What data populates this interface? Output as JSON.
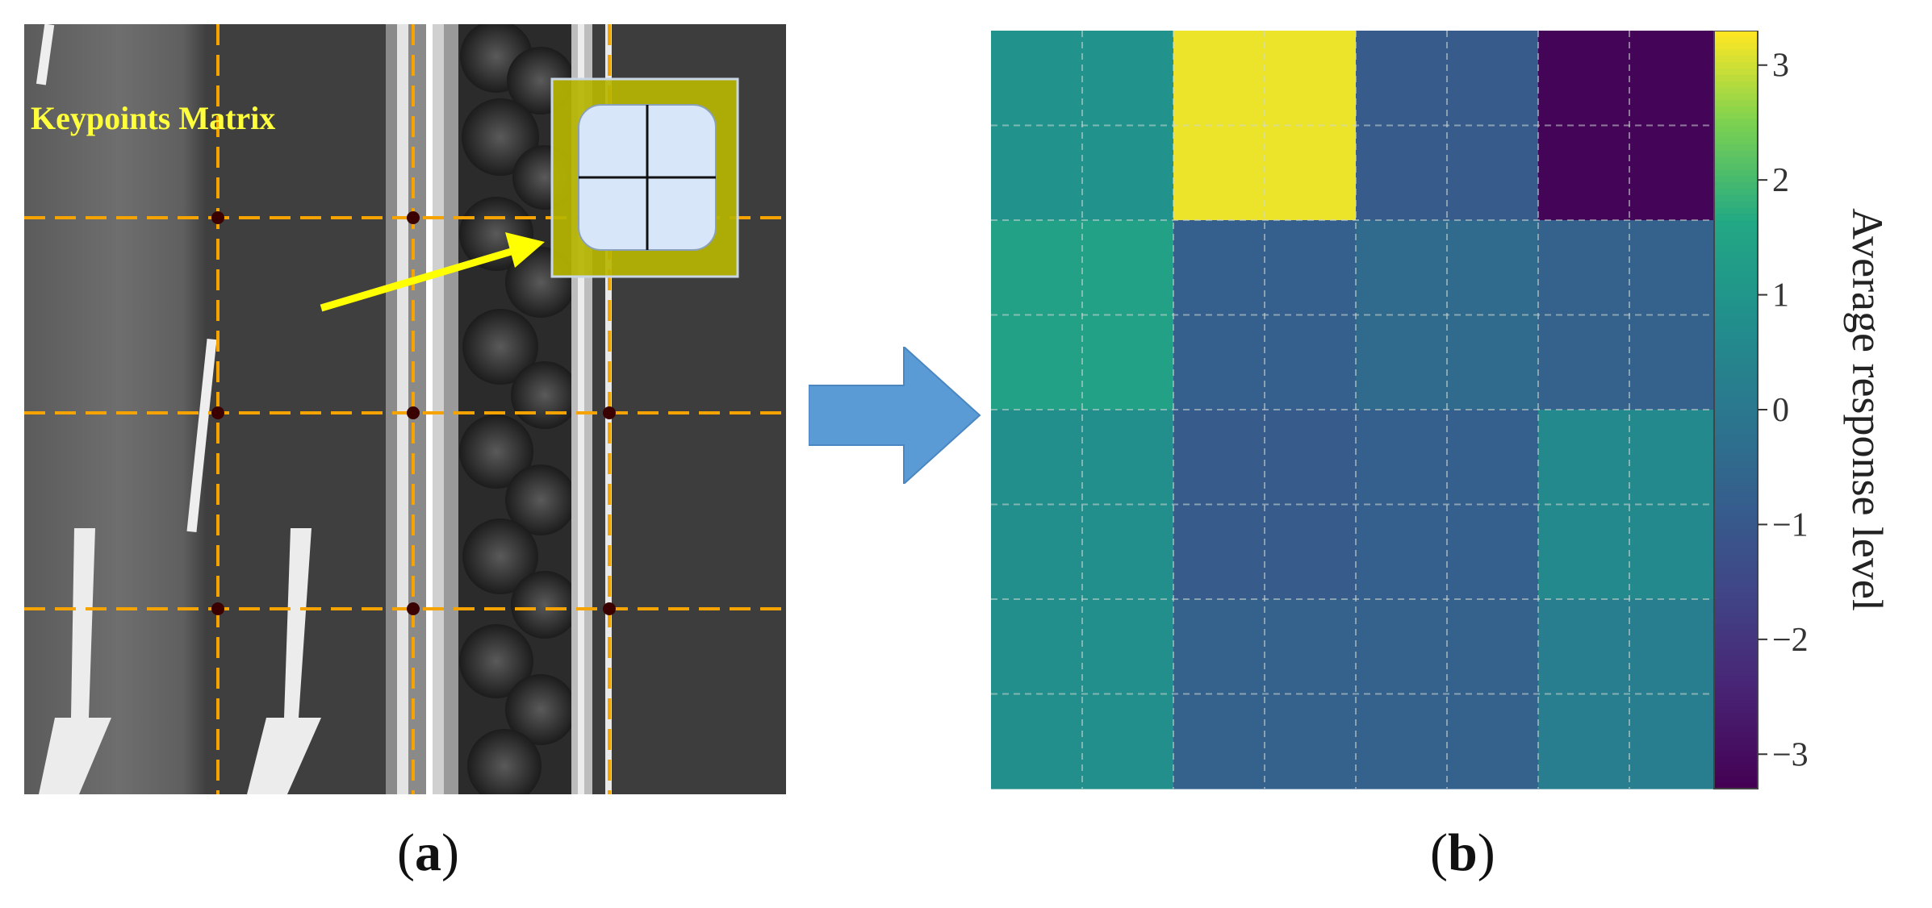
{
  "panel_a": {
    "label": "Keypoints Matrix",
    "caption_letter": "a",
    "colors": {
      "grid_line": "#f5a300",
      "label_text": "#ffff3c",
      "arrow": "#ffff00",
      "keypoint": "#3a0000",
      "inset_frame": "#b6b400",
      "inset_cell": "#d7e6f8"
    }
  },
  "flow_arrow": {
    "icon": "right-arrow-icon",
    "color": "#5b9bd5"
  },
  "panel_b": {
    "caption_letter": "b",
    "chart_data": {
      "type": "heatmap",
      "rows": 8,
      "cols": 8,
      "values": [
        [
          0.9,
          0.9,
          3.2,
          3.2,
          -0.9,
          -0.9,
          -3.2,
          -3.2
        ],
        [
          0.9,
          0.9,
          3.2,
          3.2,
          -0.9,
          -0.9,
          -3.2,
          -3.2
        ],
        [
          1.4,
          1.4,
          -0.8,
          -0.8,
          -0.4,
          -0.4,
          -0.7,
          -0.7
        ],
        [
          1.4,
          1.4,
          -0.8,
          -0.8,
          -0.4,
          -0.4,
          -0.7,
          -0.7
        ],
        [
          0.8,
          0.8,
          -0.9,
          -0.9,
          -0.8,
          -0.8,
          0.6,
          0.6
        ],
        [
          0.8,
          0.8,
          -0.9,
          -0.9,
          -0.8,
          -0.8,
          0.6,
          0.6
        ],
        [
          0.8,
          0.8,
          -0.7,
          -0.7,
          -0.7,
          -0.7,
          0.2,
          0.2
        ],
        [
          0.8,
          0.8,
          -0.7,
          -0.7,
          -0.7,
          -0.7,
          0.2,
          0.2
        ]
      ],
      "colormap": "viridis",
      "vmin": -3.3,
      "vmax": 3.3,
      "grid": true,
      "colorbar": {
        "label": "Average response level",
        "ticks": [
          3,
          2,
          1,
          0,
          -1,
          -2,
          -3
        ],
        "tick_labels": [
          "3",
          "2",
          "1",
          "0",
          "−1",
          "−2",
          "−3"
        ]
      }
    }
  }
}
